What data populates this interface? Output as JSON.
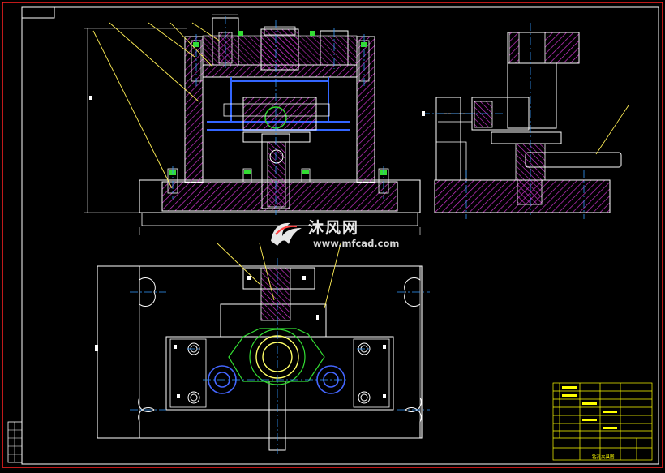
{
  "watermark": {
    "site_name_cn": "沐风网",
    "site_url": "www.mfcad.com"
  },
  "title_block": {
    "drawing_name": "钻孔夹具图"
  },
  "colors": {
    "background": "#000000",
    "frame": "#ff0000",
    "outline": "#ffffff",
    "hatch": "#cc33cc",
    "centerline": "#3399ff",
    "leader": "#ffff33",
    "dimension": "#33cc66",
    "title_block": "#ffff00"
  }
}
